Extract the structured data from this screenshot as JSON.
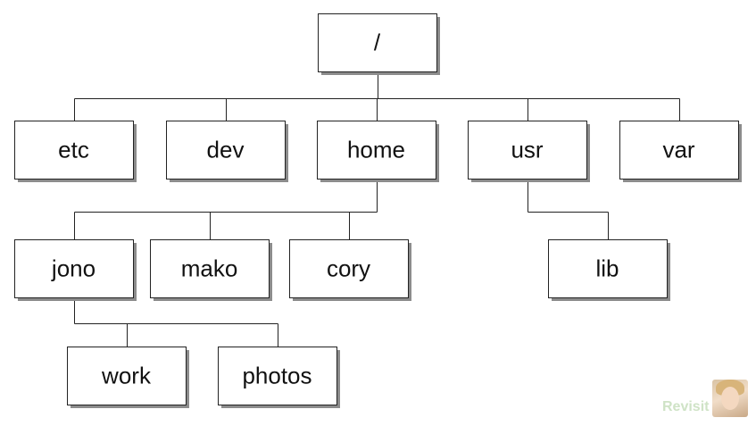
{
  "diagram": {
    "nodes": [
      {
        "id": "root",
        "label": "/"
      },
      {
        "id": "etc",
        "label": "etc"
      },
      {
        "id": "dev",
        "label": "dev"
      },
      {
        "id": "home",
        "label": "home"
      },
      {
        "id": "usr",
        "label": "usr"
      },
      {
        "id": "var",
        "label": "var"
      },
      {
        "id": "jono",
        "label": "jono"
      },
      {
        "id": "mako",
        "label": "mako"
      },
      {
        "id": "cory",
        "label": "cory"
      },
      {
        "id": "lib",
        "label": "lib"
      },
      {
        "id": "work",
        "label": "work"
      },
      {
        "id": "photos",
        "label": "photos"
      }
    ],
    "edges": [
      {
        "from": "root",
        "to": "etc"
      },
      {
        "from": "root",
        "to": "dev"
      },
      {
        "from": "root",
        "to": "home"
      },
      {
        "from": "root",
        "to": "usr"
      },
      {
        "from": "root",
        "to": "var"
      },
      {
        "from": "home",
        "to": "jono"
      },
      {
        "from": "home",
        "to": "mako"
      },
      {
        "from": "home",
        "to": "cory"
      },
      {
        "from": "usr",
        "to": "lib"
      },
      {
        "from": "jono",
        "to": "work"
      },
      {
        "from": "jono",
        "to": "photos"
      }
    ]
  },
  "watermark": {
    "text": "Revisit"
  }
}
